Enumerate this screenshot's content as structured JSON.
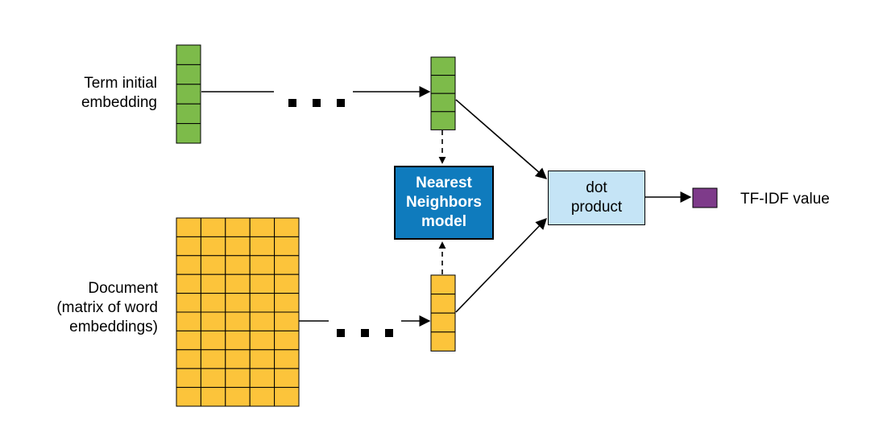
{
  "labels": {
    "term_line1": "Term initial",
    "term_line2": "embedding",
    "doc_line1": "Document",
    "doc_line2": "(matrix of word",
    "doc_line3": "embeddings)",
    "tfidf": "TF-IDF value"
  },
  "nn_model": {
    "line1": "Nearest",
    "line2": "Neighbors",
    "line3": "model"
  },
  "dot_product": {
    "line1": "dot",
    "line2": "product"
  },
  "matrices": {
    "term_initial": {
      "rows": 5,
      "cols": 1
    },
    "term_reduced": {
      "rows": 4,
      "cols": 1
    },
    "document": {
      "rows": 10,
      "cols": 5
    },
    "document_reduced": {
      "rows": 4,
      "cols": 1
    },
    "tfidf_output": {
      "rows": 1,
      "cols": 1
    }
  },
  "colors": {
    "green": "#7dbb4a",
    "yellow": "#fcc43b",
    "purple": "#7e3b8a",
    "nn_box": "#0f7bbd",
    "dot_box": "#c5e4f6"
  }
}
